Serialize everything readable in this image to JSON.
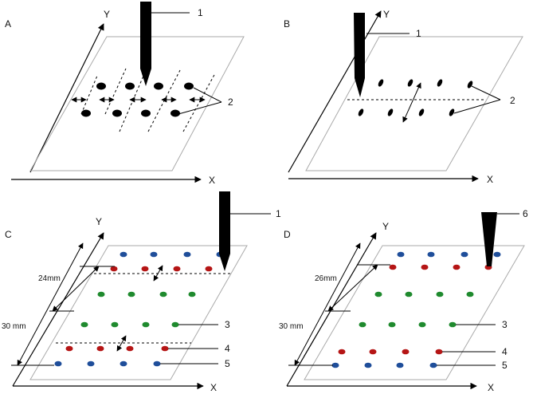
{
  "panels": {
    "a": {
      "letter": "A",
      "x_axis": "X",
      "y_axis": "Y",
      "callouts": [
        "1",
        "2"
      ]
    },
    "b": {
      "letter": "B",
      "x_axis": "X",
      "y_axis": "Y",
      "callouts": [
        "1",
        "2"
      ]
    },
    "c": {
      "letter": "C",
      "x_axis": "X",
      "y_axis": "Y",
      "callouts": [
        "1",
        "3",
        "4",
        "5"
      ],
      "dim_inner": "24mm",
      "dim_outer": "30 mm"
    },
    "d": {
      "letter": "D",
      "x_axis": "X",
      "y_axis": "Y",
      "callouts": [
        "6",
        "3",
        "4",
        "5"
      ],
      "dim_inner": "26mm",
      "dim_outer": "30 mm"
    }
  },
  "colors": {
    "row_blue": "#1f4e9a",
    "row_red": "#b51515",
    "row_green": "#1f8a2e",
    "ink": "#000000"
  },
  "icons": {
    "nozzle": "needle-nozzle-icon",
    "pipette": "pipette-tip-icon"
  }
}
